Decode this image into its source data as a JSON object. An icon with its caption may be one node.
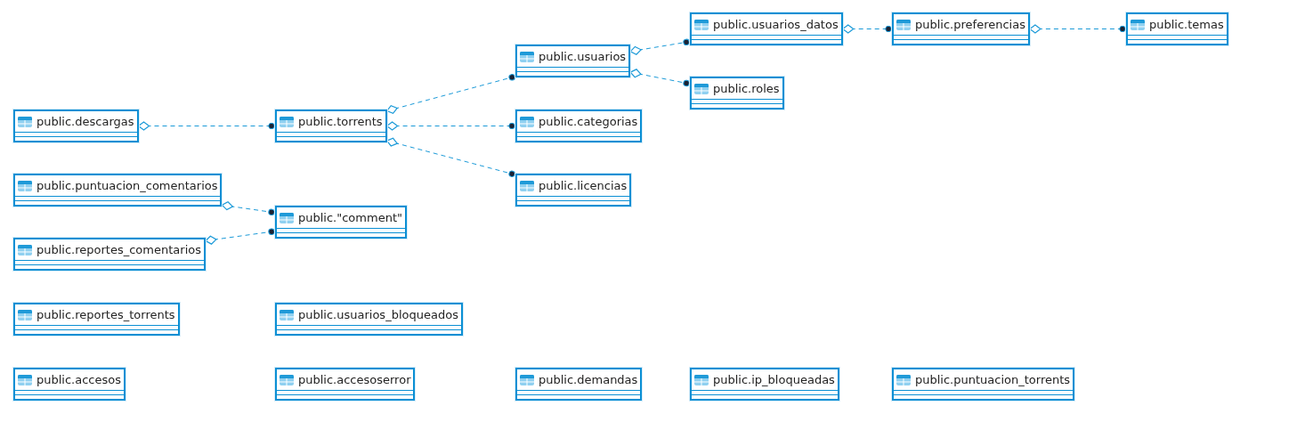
{
  "diagram": {
    "nodes": [
      {
        "text": [
          "public.usuarios_datos"
        ]
      },
      {
        "text": [
          "public.preferencias"
        ]
      },
      {
        "text": [
          "public.temas"
        ]
      },
      {
        "text": [
          "public.usuarios"
        ]
      },
      {
        "text": [
          "public.roles"
        ]
      },
      {
        "text": [
          "public.descargas"
        ]
      },
      {
        "text": [
          "public.torrents"
        ]
      },
      {
        "text": [
          "public.categorias"
        ]
      },
      {
        "text": [
          "public.puntuacion_comentarios"
        ]
      },
      {
        "text": [
          "public.licencias"
        ]
      },
      {
        "text": [
          "public.\"comment\""
        ]
      },
      {
        "text": [
          "public.reportes_comentarios"
        ]
      },
      {
        "text": [
          "public.reportes_torrents"
        ]
      },
      {
        "text": [
          "public.usuarios_bloqueados"
        ]
      },
      {
        "text": [
          "public.accesos"
        ]
      },
      {
        "text": [
          "public.accesoserror"
        ]
      },
      {
        "text": [
          "public.demandas"
        ]
      },
      {
        "text": [
          "public.ip_bloqueadas"
        ]
      },
      {
        "text": [
          "public.puntuacion_torrents"
        ]
      }
    ],
    "edges": [
      {
        "from": 0,
        "to": 1,
        "arrow": "other"
      },
      {
        "from": 1,
        "to": 2,
        "arrow": "other"
      },
      {
        "from": 3,
        "to": 0,
        "arrow": "other"
      },
      {
        "from": 3,
        "to": 4,
        "arrow": "other"
      },
      {
        "from": 5,
        "to": 6,
        "arrow": "other"
      },
      {
        "from": 6,
        "to": 3,
        "arrow": "other"
      },
      {
        "from": 6,
        "to": 7,
        "arrow": "other"
      },
      {
        "from": 6,
        "to": 9,
        "arrow": "other"
      },
      {
        "from": 8,
        "to": 10,
        "arrow": "other"
      },
      {
        "from": 11,
        "to": 10,
        "arrow": "other"
      }
    ]
  }
}
